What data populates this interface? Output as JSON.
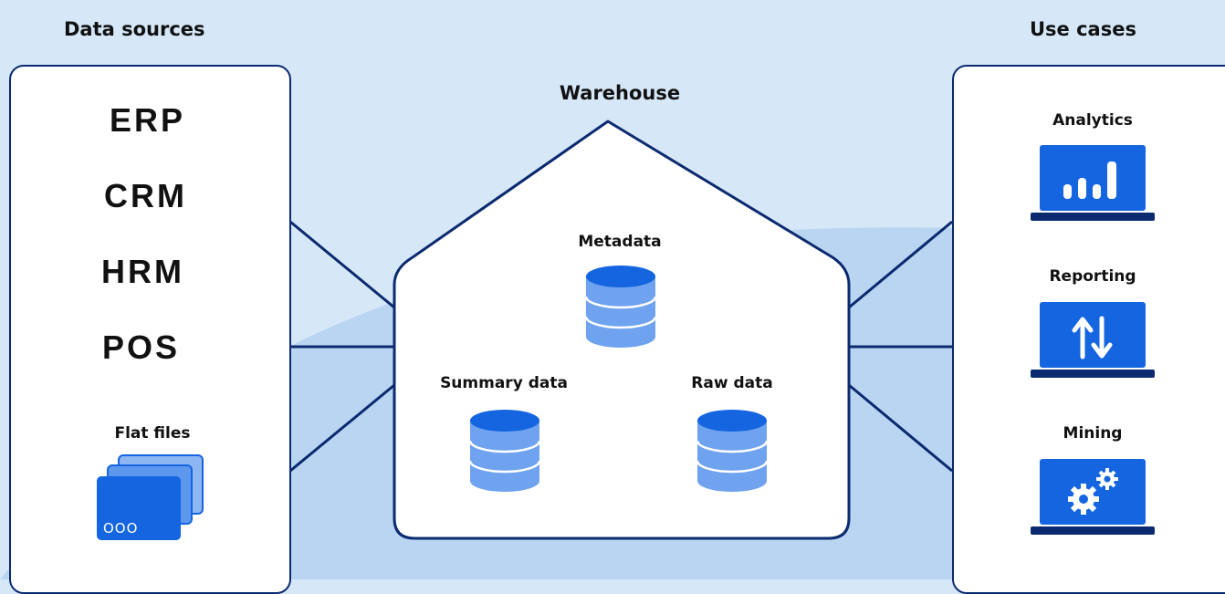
{
  "headers": {
    "left": "Data sources",
    "right": "Use cases",
    "center": "Warehouse"
  },
  "sources": [
    "ERP",
    "CRM",
    "HRM",
    "POS"
  ],
  "flat_files": {
    "label": "Flat files",
    "card_glyph": "OOO"
  },
  "warehouse": {
    "metadata": "Metadata",
    "summary": "Summary data",
    "raw": "Raw data"
  },
  "use_cases": [
    {
      "label": "Analytics",
      "icon": "bar-chart-icon"
    },
    {
      "label": "Reporting",
      "icon": "up-down-arrows-icon"
    },
    {
      "label": "Mining",
      "icon": "gears-icon"
    }
  ],
  "colors": {
    "background": "#d6e8f8",
    "background_band": "#b9d5f1",
    "outline": "#0b2a6f",
    "accent_blue": "#1565e0",
    "light_blue": "#6fa3ef",
    "panel": "#ffffff"
  }
}
